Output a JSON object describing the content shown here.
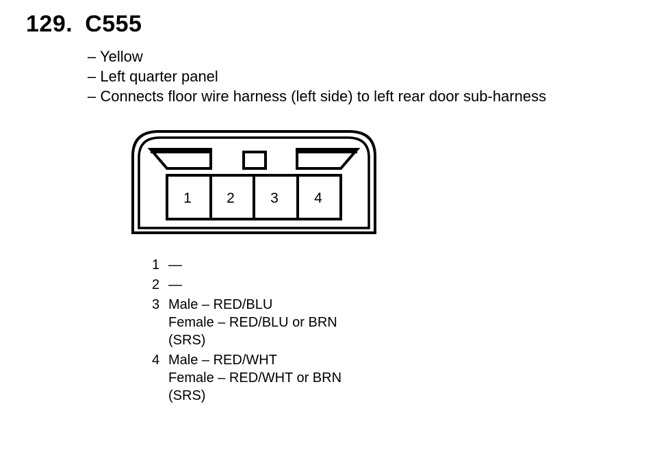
{
  "heading": {
    "number": "129.",
    "code": "C555"
  },
  "details": [
    "– Yellow",
    "– Left quarter panel",
    "– Connects floor wire harness (left side) to left rear door sub-harness"
  ],
  "connector": {
    "cavities": [
      "1",
      "2",
      "3",
      "4"
    ]
  },
  "pins": [
    {
      "num": "1",
      "lines": [
        "—"
      ]
    },
    {
      "num": "2",
      "lines": [
        "—"
      ]
    },
    {
      "num": "3",
      "lines": [
        "Male – RED/BLU",
        "Female – RED/BLU or BRN",
        "(SRS)"
      ]
    },
    {
      "num": "4",
      "lines": [
        "Male – RED/WHT",
        "Female – RED/WHT or BRN",
        "(SRS)"
      ]
    }
  ]
}
